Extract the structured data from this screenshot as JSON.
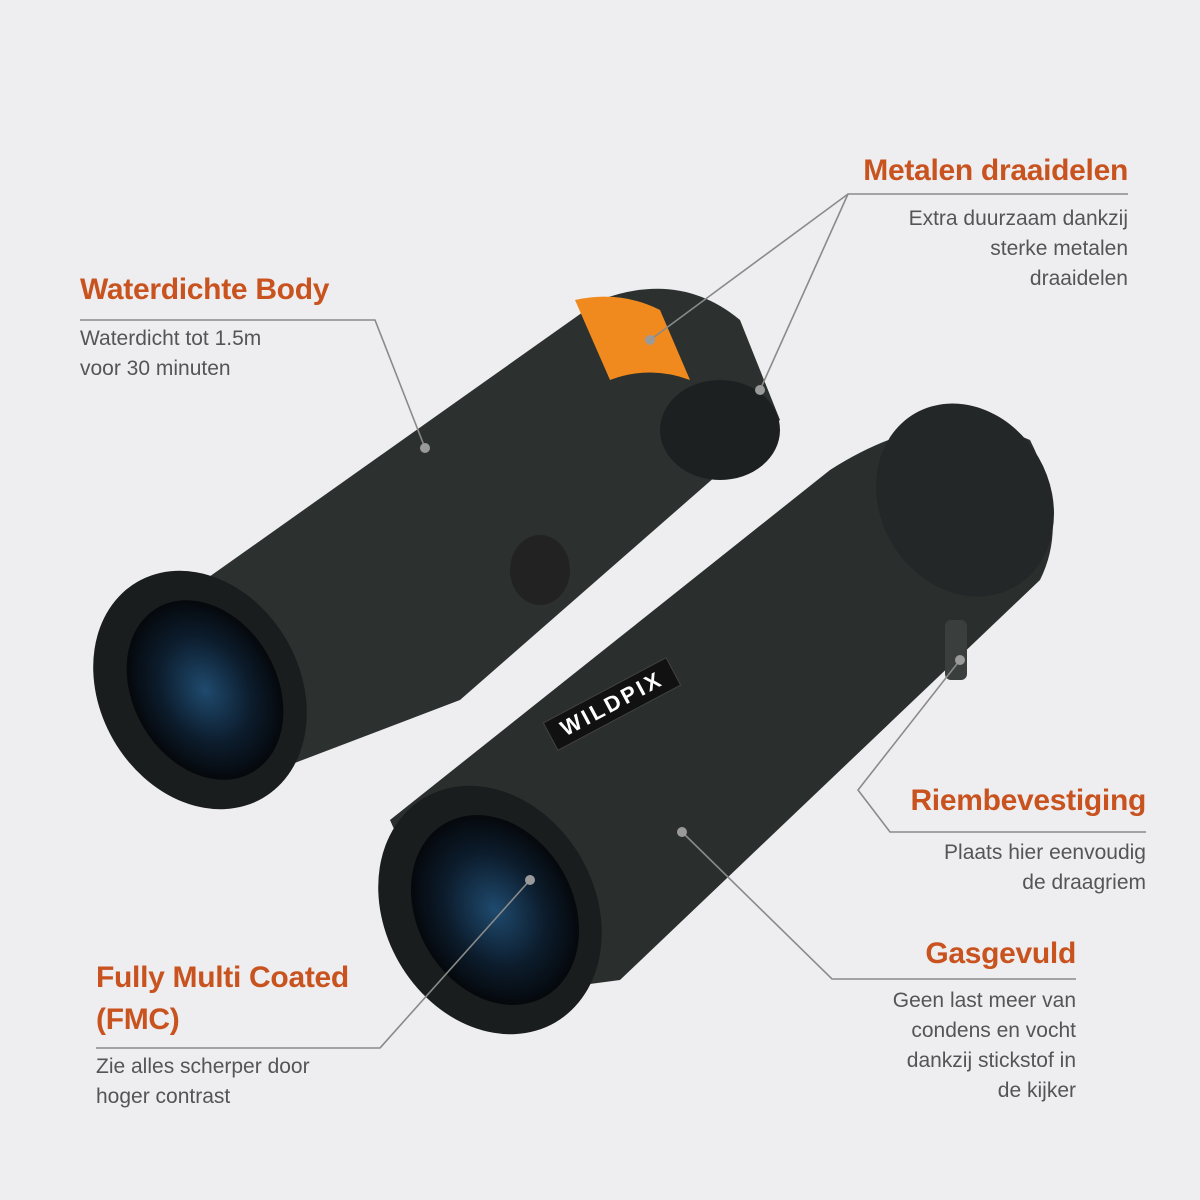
{
  "callouts": {
    "metalen": {
      "title": "Metalen draaidelen",
      "desc": [
        "Extra duurzaam dankzij",
        "sterke metalen",
        "draaidelen"
      ]
    },
    "waterdicht": {
      "title": "Waterdichte Body",
      "desc": [
        "Waterdicht tot 1.5m",
        "voor 30 minuten"
      ]
    },
    "riem": {
      "title": "Riembevestiging",
      "desc": [
        "Plaats hier eenvoudig",
        "de draagriem"
      ]
    },
    "gas": {
      "title": "Gasgevuld",
      "desc": [
        "Geen last meer van",
        "condens en vocht",
        "dankzij stickstof in",
        "de kijker"
      ]
    },
    "fmc": {
      "title": [
        "Fully Multi Coated",
        "(FMC)"
      ],
      "desc": [
        "Zie alles scherper door",
        "hoger contrast"
      ]
    }
  },
  "product": {
    "brand_logo": "WILDPIX"
  },
  "colors": {
    "accent": "#c9531f",
    "text": "#555555",
    "background": "#eeeef0"
  }
}
